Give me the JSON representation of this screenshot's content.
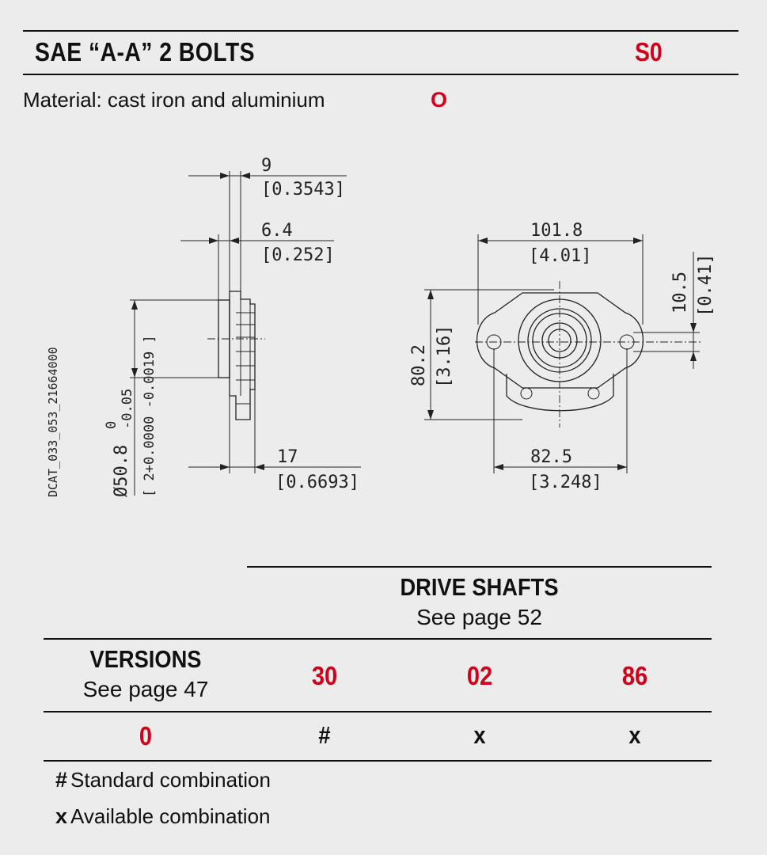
{
  "header": {
    "title": "SAE “A-A” 2 BOLTS",
    "code": "S0"
  },
  "material": {
    "label": "Material: cast iron and aluminium",
    "code": "O"
  },
  "drawing": {
    "side_id": "DCAT_033_053_21664000",
    "dim_9": "9",
    "dim_9_in": "[0.3543]",
    "dim_64": "6.4",
    "dim_64_in": "[0.252]",
    "dim_17": "17",
    "dim_17_in": "[0.6693]",
    "dim_dia": "Ø50.8",
    "dia_tol_upper": "0",
    "dia_tol_lower": "-0.05",
    "dia_in": "[ 2+0.0000 -0.0019 ]",
    "dim_1018": "101.8",
    "dim_1018_in": "[4.01]",
    "dim_802": "80.2",
    "dim_802_in": "[3.16]",
    "dim_105": "10.5",
    "dim_105_in": "[0.41]",
    "dim_825": "82.5",
    "dim_825_in": "[3.248]"
  },
  "table": {
    "group_title": "DRIVE SHAFTS",
    "group_sub": "See page 52",
    "versions_title": "VERSIONS",
    "versions_sub": "See page 47",
    "columns": [
      "30",
      "02",
      "86"
    ],
    "row": {
      "version": "0",
      "cells": [
        "#",
        "x",
        "x"
      ]
    }
  },
  "legend": [
    {
      "symbol": "#",
      "text": "Standard combination"
    },
    {
      "symbol": "x",
      "text": "Available combination"
    }
  ],
  "colors": {
    "accent": "#d0021b",
    "background": "#ececec"
  }
}
